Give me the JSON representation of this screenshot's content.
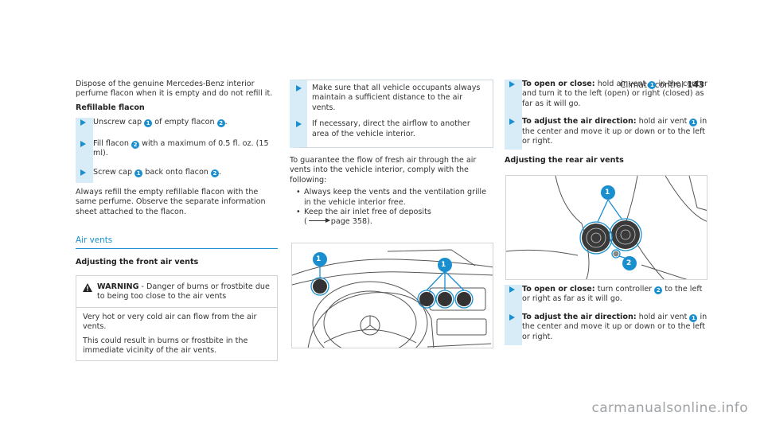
{
  "header": {
    "section": "Climate control",
    "page": "143"
  },
  "col1": {
    "intro": "Dispose of the genuine Mercedes-Benz interior perfume flacon when it is empty and do not refill it.",
    "refillable_heading": "Refillable flacon",
    "step1": {
      "a": "Unscrew cap",
      "b": "of empty flacon"
    },
    "step2": {
      "a": "Fill flacon",
      "b": "with a maximum of 0.5 fl. oz. (15 ml)."
    },
    "step3": {
      "a": "Screw cap",
      "b": "back onto flacon"
    },
    "note": "Always refill the empty refillable flacon with the same perfume. Observe the separate information sheet attached to the flacon.",
    "air_vents_title": "Air vents",
    "front_heading": "Adjusting the front air vents",
    "warning_label": "WARNING",
    "warning_text": "- Danger of burns or frostbite due to being too close to the air vents",
    "warning_p1": "Very hot or very cold air can flow from the air vents.",
    "warning_p2": "This could result in burns or frostbite in the immediate vicinity of the air vents."
  },
  "col2": {
    "step1": "Make sure that all vehicle occupants always maintain a sufficient distance to the air vents.",
    "step2": "If necessary, direct the airflow to another area of the vehicle interior.",
    "para": "To guarantee the flow of fresh air through the air vents into the vehicle interior, comply with the following:",
    "bullet1": "Always keep the vents and the ventilation grille in the vehicle interior free.",
    "bullet2a": "Keep the air inlet free of deposits",
    "bullet2b": "page 358)."
  },
  "col3": {
    "open_label": "To open or close:",
    "open_a": "hold air vent",
    "open_b": "in the center and turn it to the left (open) or right (closed) as far as it will go.",
    "adjust_label": "To adjust the air direction:",
    "adjust_a": "hold air vent",
    "adjust_b": "in the center and move it up or down or to the left or right.",
    "rear_heading": "Adjusting the rear air vents",
    "rear_open_label": "To open or close:",
    "rear_open_a": "turn controller",
    "rear_open_b": "to the left or right as far as it will go.",
    "rear_adjust_label": "To adjust the air direction:",
    "rear_adjust_a": "hold air vent",
    "rear_adjust_b": "in the center and move it up or down or to the left or right."
  },
  "callouts": {
    "one": "1",
    "two": "2"
  },
  "watermark": "carmanualsonline.info",
  "colors": {
    "accent": "#1a8fcf",
    "bar": "#d8ecf8"
  }
}
